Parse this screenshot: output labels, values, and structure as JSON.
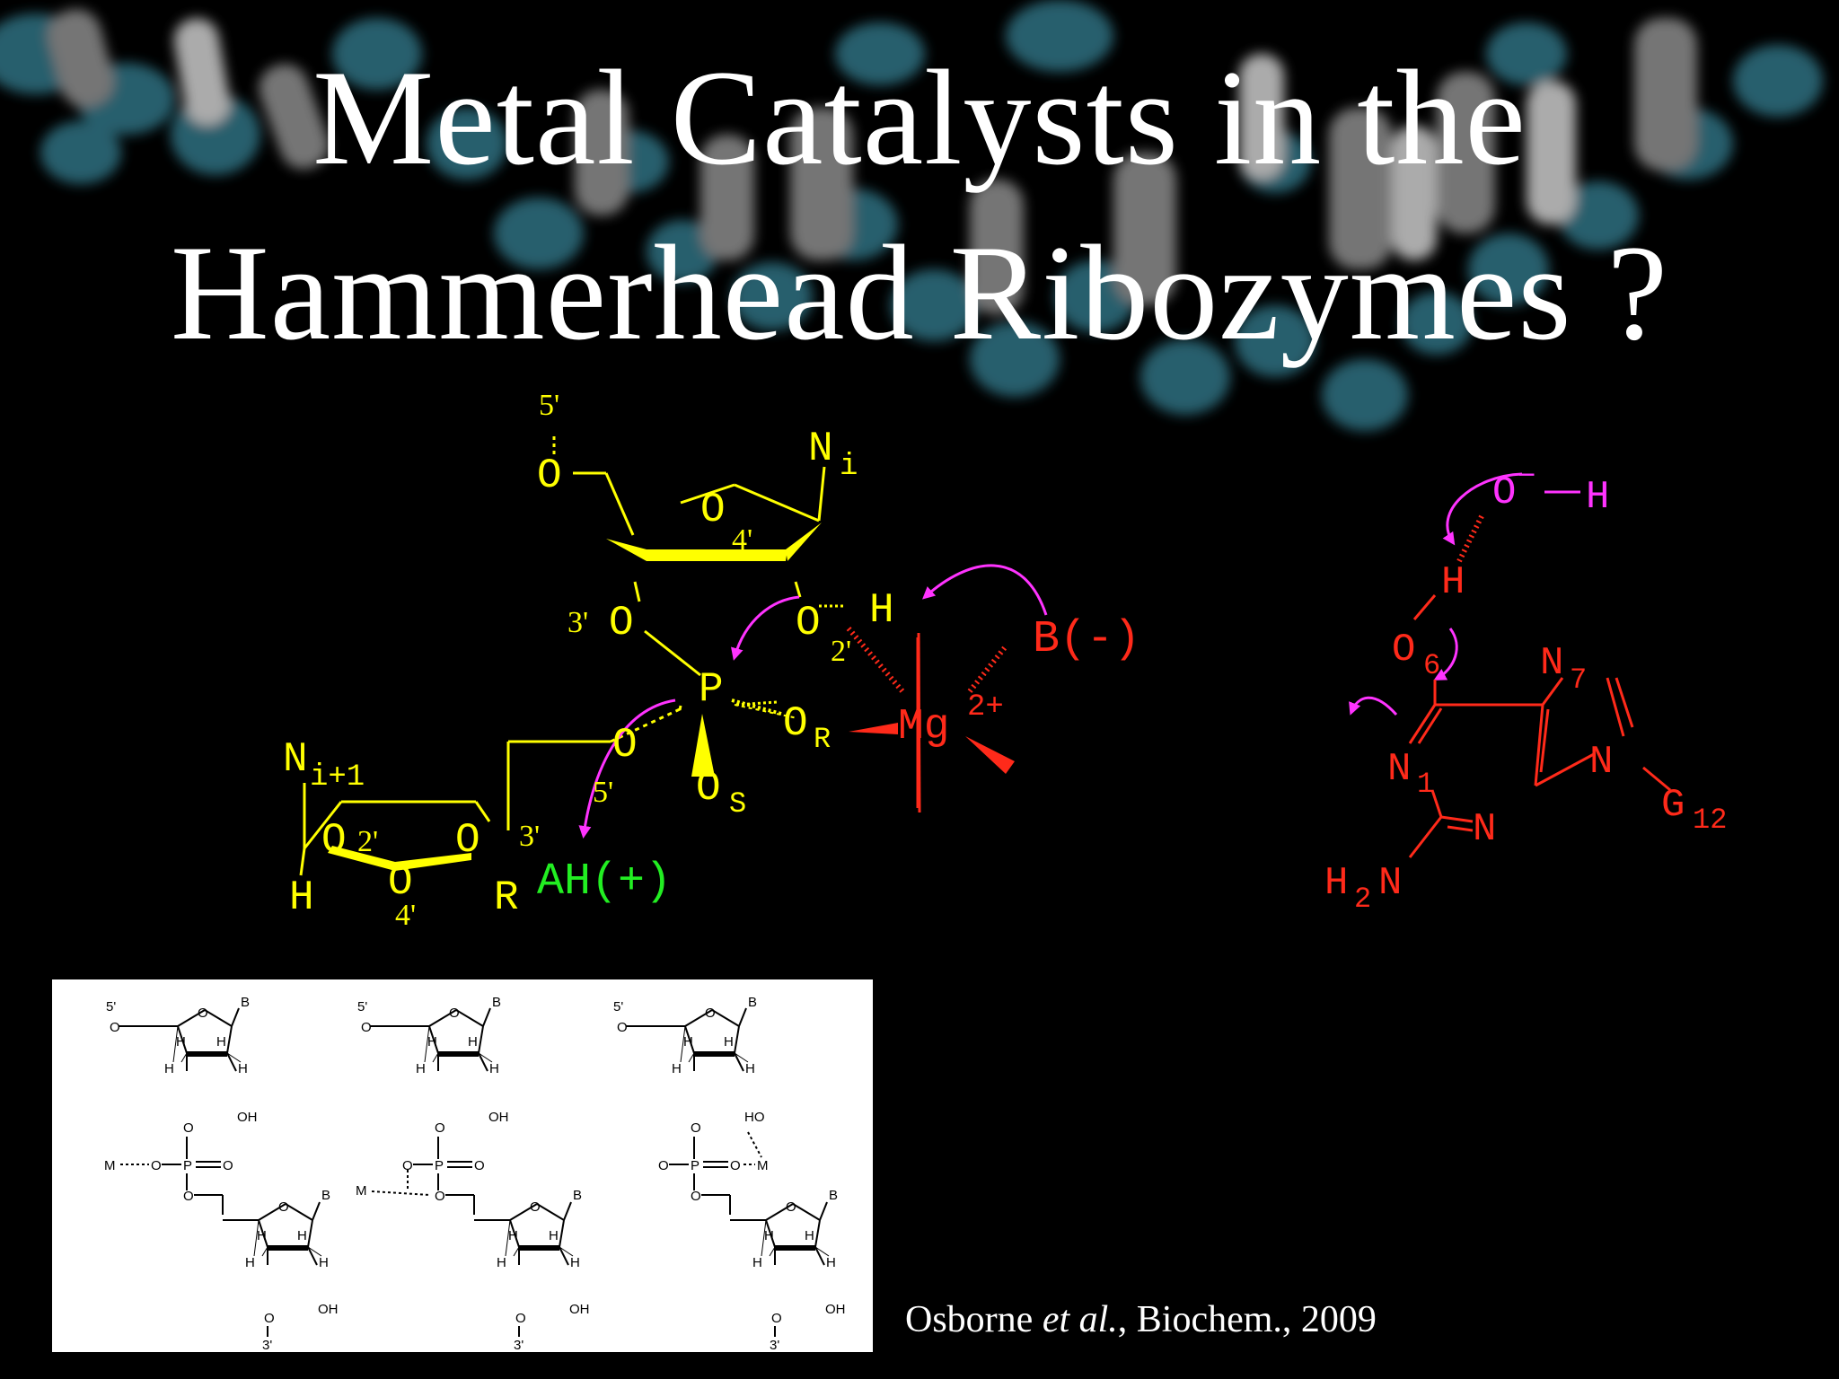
{
  "slide": {
    "title_line1": "Metal Catalysts in the",
    "title_line2": "Hammerhead Ribozymes ?",
    "citation_author": "Osborne ",
    "citation_etal": "et al.",
    "citation_rest": ", Biochem., 2009"
  },
  "colors": {
    "background": "#000000",
    "rna_backbone": "#ffff00",
    "metal_and_guanine": "#ff2a1a",
    "arrows": "#ff33ff",
    "acid": "#22ee22",
    "title": "#ffffff"
  },
  "mechanism": {
    "labels": {
      "five_prime_top": "5'",
      "o_top": "O",
      "n_i": "N",
      "n_i_sub": "i",
      "o_ring_top": "O",
      "four_prime_top": "4'",
      "three_prime_left": "3'",
      "o3": "O",
      "o2": "O",
      "two_prime": "2'",
      "h_top": "H",
      "b_minus": "B(-)",
      "p": "P",
      "o_r": "O",
      "o_r_sub": "R",
      "mg": "Mg",
      "mg_charge": "2+",
      "o5": "O",
      "five_prime_mid": "5'",
      "o_s": "O",
      "o_s_sub": "S",
      "n_i1": "N",
      "n_i1_sub": "i+1",
      "o2_lower": "O",
      "two_prime_lower": "2'",
      "o3_lower": "O",
      "three_prime_lower": "3'",
      "o_ring_lower": "O",
      "four_prime_lower": "4'",
      "h_lower": "H",
      "r_lower": "R",
      "acid": "AH(+)"
    }
  },
  "guanine": {
    "labels": {
      "o_minus": "O",
      "minus": "−",
      "h_oh": "H",
      "h_o6": "H",
      "o6": "O",
      "o6_sub": "6",
      "n7": "N",
      "n7_sub": "7",
      "n1": "N",
      "n1_sub": "1",
      "n9": "N",
      "n3": "N",
      "g12": "G",
      "g12_sub": "12",
      "h2n_h": "H",
      "h2n_sub": "2",
      "h2n_n": "N"
    }
  },
  "reference_panel": {
    "structures": [
      {
        "five_prime": "5'",
        "base_top": "B",
        "oh_top": "OH",
        "metal": "M",
        "base_bottom": "B",
        "oh_bottom": "OH",
        "three_prime": "3'"
      },
      {
        "five_prime": "5'",
        "base_top": "B",
        "oh_top": "OH",
        "metal": "M",
        "base_bottom": "B",
        "oh_bottom": "OH",
        "three_prime": "3'"
      },
      {
        "five_prime": "5'",
        "base_top": "B",
        "oh_top": "HO",
        "metal": "M",
        "base_bottom": "B",
        "oh_bottom": "OH",
        "three_prime": "3'"
      }
    ],
    "atom_o": "O",
    "atom_p": "P",
    "atom_h": "H"
  }
}
